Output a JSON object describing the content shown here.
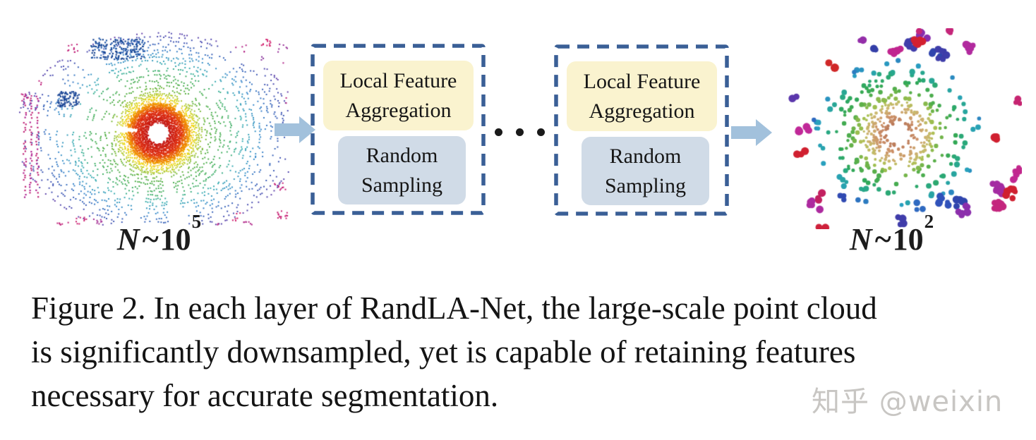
{
  "figure": {
    "input_cloud": {
      "icon": "lidar-point-cloud",
      "label": {
        "variable": "N",
        "relation": "~",
        "base": "10",
        "exponent": "5"
      }
    },
    "output_cloud": {
      "icon": "sparse-point-cloud",
      "label": {
        "variable": "N",
        "relation": "~",
        "base": "10",
        "exponent": "2"
      }
    },
    "layers": [
      {
        "aggregation_lines": [
          "Local Feature",
          "Aggregation"
        ],
        "sampling_lines": [
          "Random",
          "Sampling"
        ]
      },
      {
        "aggregation_lines": [
          "Local Feature",
          "Aggregation"
        ],
        "sampling_lines": [
          "Random",
          "Sampling"
        ]
      }
    ],
    "ellipsis_dot_count": 3
  },
  "caption": {
    "lines": [
      "Figure 2. In each layer of RandLA-Net, the large-scale point cloud",
      "is significantly downsampled, yet is capable of retaining features",
      "necessary for accurate segmentation."
    ]
  },
  "watermark": {
    "text": "知乎 @weixin"
  },
  "colors": {
    "dash_border": "#3a5f96",
    "arrow_fill": "#a2c1dc",
    "aggregation_bg": "#faf3cf",
    "sampling_bg": "#d0dbe7",
    "dot_color": "#1a1a1a",
    "ink": "#141414",
    "watermark_color": "#c8c6c3"
  },
  "cloud_render": {
    "left_palette": [
      [
        14,
        "#c01414"
      ],
      [
        32,
        "#e03010"
      ],
      [
        42,
        "#f08c00"
      ],
      [
        50,
        "#f0d800"
      ],
      [
        58,
        "#a8c420"
      ],
      [
        68,
        "#48a830"
      ],
      [
        90,
        "#2fa858"
      ],
      [
        100,
        "#28a8a8"
      ],
      [
        118,
        "#2880c8"
      ],
      [
        132,
        "#2850b0"
      ],
      [
        146,
        "#4838a8"
      ],
      [
        158,
        "#a82890"
      ],
      [
        175,
        "#d01868"
      ],
      [
        192,
        "#d01868"
      ]
    ],
    "right_palette": [
      [
        12,
        "#b87858"
      ],
      [
        26,
        "#cc9068"
      ],
      [
        40,
        "#ccb870"
      ],
      [
        50,
        "#a8c050"
      ],
      [
        62,
        "#60b048"
      ],
      [
        78,
        "#30a858"
      ],
      [
        92,
        "#28a888"
      ],
      [
        105,
        "#28a0c0"
      ],
      [
        118,
        "#3058c0"
      ],
      [
        132,
        "#3040a8"
      ],
      [
        145,
        "#8030b0"
      ],
      [
        160,
        "#c02898"
      ],
      [
        172,
        "#d02030"
      ],
      [
        186,
        "#d02030"
      ]
    ]
  }
}
